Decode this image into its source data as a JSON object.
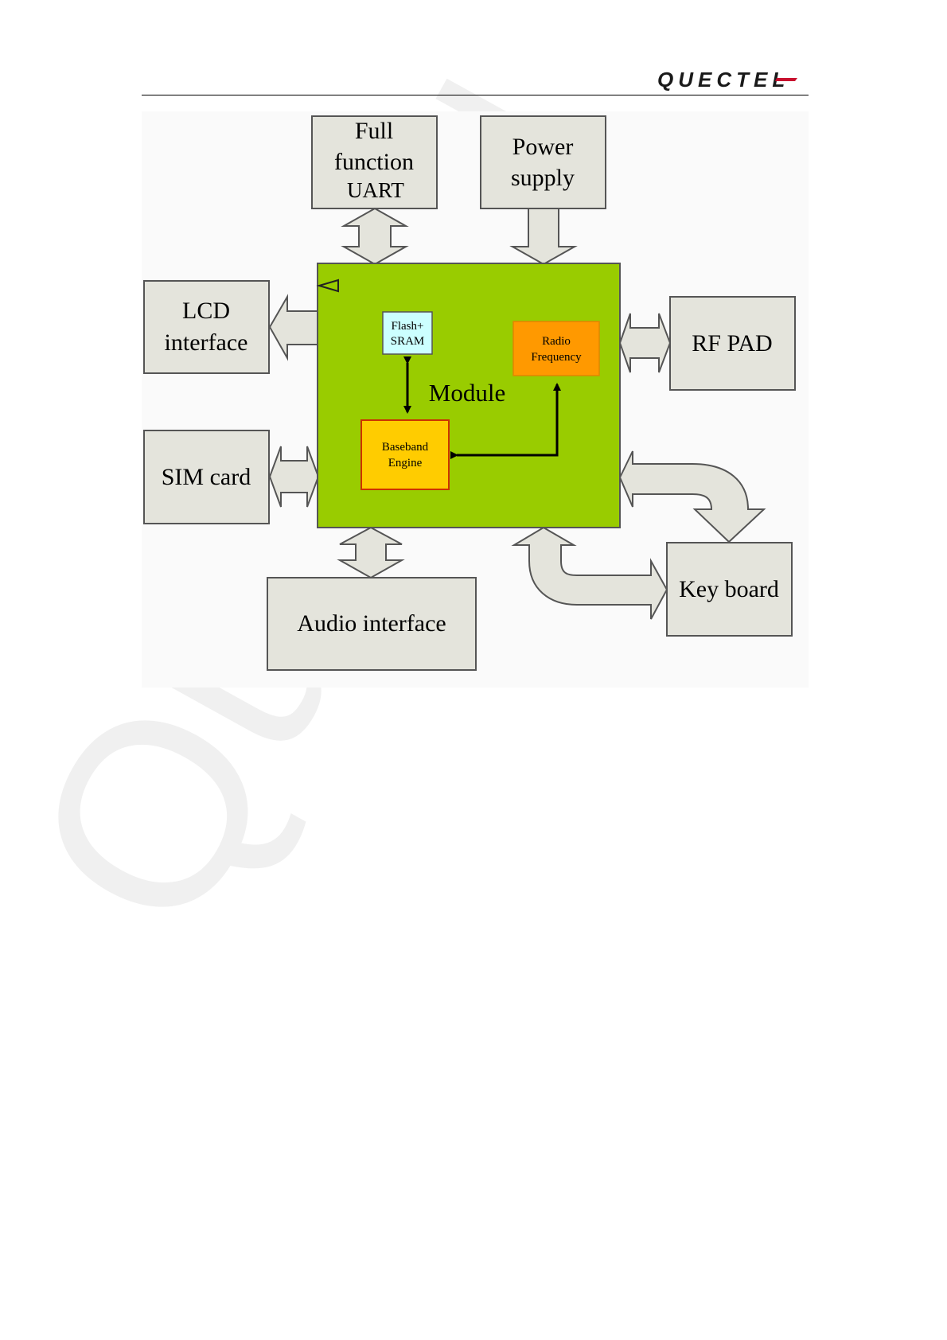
{
  "header": {
    "logo_text": "QUECTEL"
  },
  "watermark": {
    "text": "Quectel"
  },
  "diagram": {
    "blocks": {
      "uart": [
        "Full",
        "function",
        "UART"
      ],
      "power": [
        "Power",
        "supply"
      ],
      "lcd": [
        "LCD",
        "interface"
      ],
      "rf_pad": "RF PAD",
      "sim": "SIM card",
      "audio": "Audio interface",
      "keyboard": "Key board"
    },
    "module": {
      "label": "Module",
      "flash": [
        "Flash+",
        "SRAM"
      ],
      "radio": [
        "Radio",
        "Frequency"
      ],
      "baseband": [
        "Baseband",
        "Engine"
      ]
    }
  },
  "colors": {
    "block_fill": "#e4e4dc",
    "block_stroke": "#555555",
    "module_fill": "#99cc00",
    "flash_fill": "#ccffff",
    "radio_fill": "#ff9900",
    "baseband_fill": "#ffcc00",
    "baseband_stroke": "#cc3300",
    "arrow_fill": "#e4e4dc",
    "logo_red": "#c8102e"
  }
}
